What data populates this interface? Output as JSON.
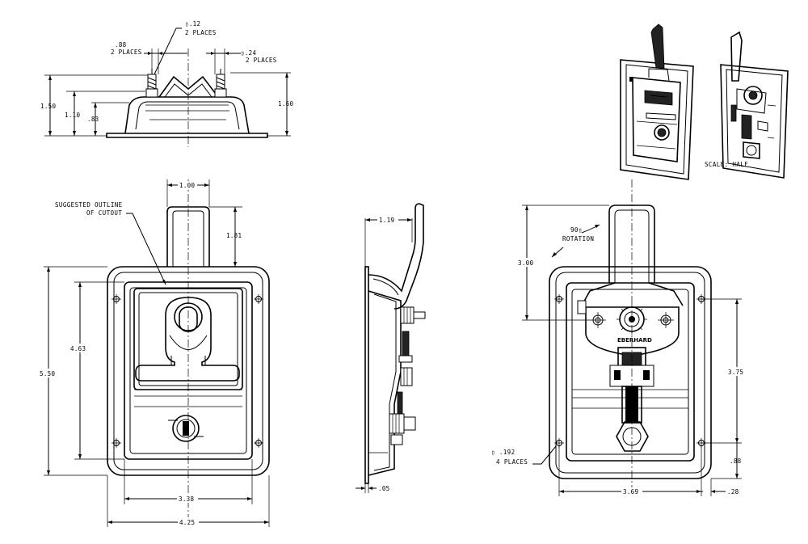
{
  "top_view": {
    "dia_12": ".12",
    "dia_12_places": "2 PLACES",
    "dim_88": ".88",
    "dim_88_places": "2 PLACES",
    "dim_24": ".24",
    "dim_24_places": "2 PLACES",
    "dim_150": "1.50",
    "dim_110": "1.10",
    "dim_83": ".83",
    "dim_160": "1.60"
  },
  "front_view": {
    "cutout_note_1": "SUGGESTED OUTLINE",
    "cutout_note_2": "OF CUTOUT",
    "dim_100": "1.00",
    "dim_181": "1.81",
    "dim_463": "4.63",
    "dim_550": "5.50",
    "dim_338": "3.38",
    "dim_425": "4.25"
  },
  "side_view": {
    "dim_119": "1.19",
    "dim_05": ".05"
  },
  "back_view": {
    "rotation_1": "90",
    "rotation_2": "ROTATION",
    "dim_300": "3.00",
    "dim_375": "3.75",
    "dia_192": ".192",
    "dia_192_places": "4 PLACES",
    "dim_88": ".88",
    "dim_369": "3.69",
    "dim_28": ".28",
    "brand": "EBERHARD"
  },
  "isometric": {
    "scale_note": "SCALE: HALF"
  }
}
